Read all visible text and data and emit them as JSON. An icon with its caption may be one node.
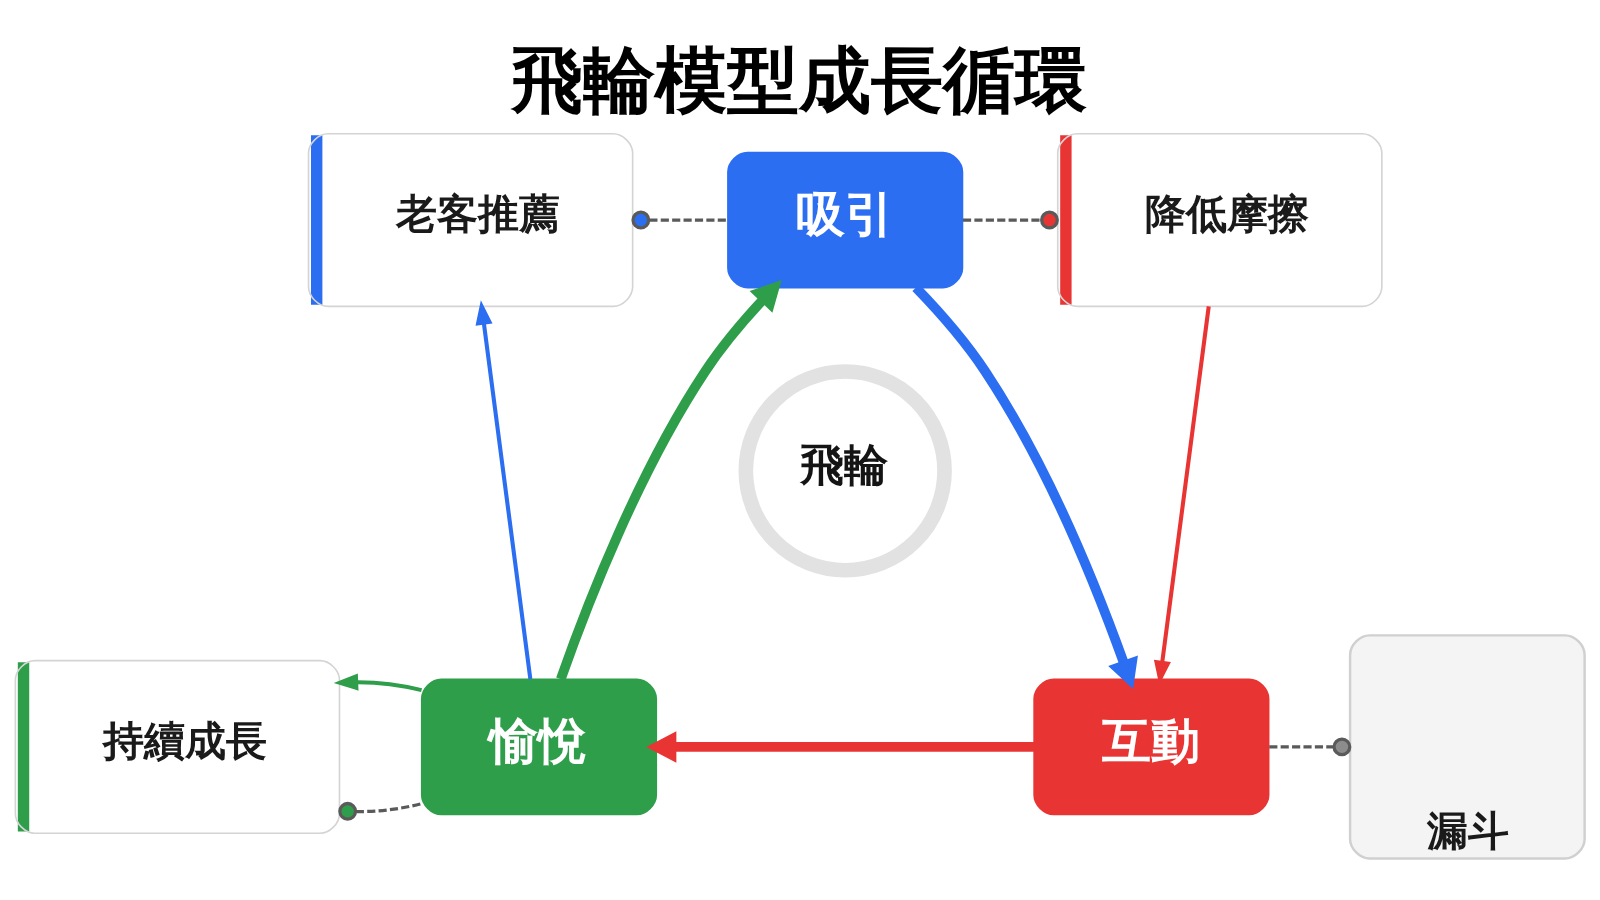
{
  "diagram": {
    "title": "飛輪模型成長循環",
    "nodes": [
      {
        "text": [
          "老客推薦"
        ]
      },
      {
        "text": [
          "吸引"
        ]
      },
      {
        "text": [
          "降低摩擦"
        ]
      },
      {
        "text": [
          "飛輪"
        ]
      },
      {
        "text": [
          "愉悅"
        ]
      },
      {
        "text": [
          "互動"
        ]
      },
      {
        "text": [
          "持續成長"
        ]
      },
      {
        "text": [
          "漏斗"
        ]
      }
    ],
    "edges": [
      {
        "from": 1,
        "to": 5,
        "arrow": "to",
        "style": "thick",
        "color": "#2b6ef2"
      },
      {
        "from": 5,
        "to": 4,
        "arrow": "to",
        "style": "thick",
        "color": "#e93434"
      },
      {
        "from": 4,
        "to": 1,
        "arrow": "to",
        "style": "thick",
        "color": "#2f9e4a"
      },
      {
        "from": 0,
        "to": 1,
        "arrow": "other",
        "style": "dashed"
      },
      {
        "from": 1,
        "to": 2,
        "arrow": "other",
        "style": "dashed"
      },
      {
        "from": 6,
        "to": 4,
        "arrow": "other",
        "style": "dashed"
      },
      {
        "from": 5,
        "to": 7,
        "arrow": "other",
        "style": "dashed"
      },
      {
        "from": 4,
        "to": 0,
        "arrow": "to",
        "color": "#2b6ef2"
      },
      {
        "from": 2,
        "to": 5,
        "arrow": "to",
        "color": "#e93434"
      },
      {
        "from": 4,
        "to": 6,
        "arrow": "to",
        "color": "#2f9e4a"
      }
    ]
  }
}
